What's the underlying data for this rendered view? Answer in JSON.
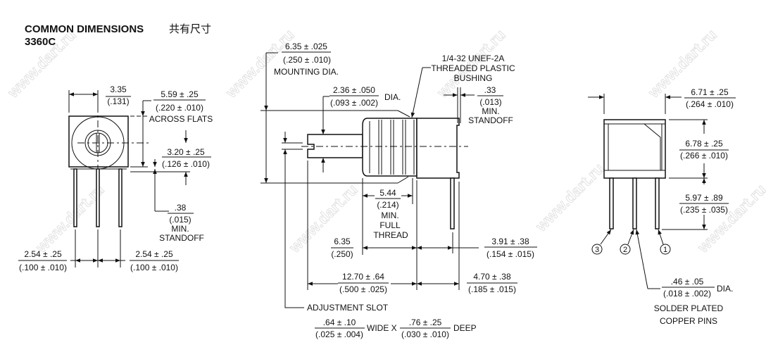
{
  "header": {
    "title": "COMMON DIMENSIONS",
    "title_cn": "共有尺寸",
    "model": "3360C"
  },
  "watermark": "www.dart.ru",
  "front_view": {
    "width": {
      "mm": "3.35",
      "in": "(.131)"
    },
    "flats": {
      "mm": "5.59 ± .25",
      "in": "(.220 ± .010)",
      "note": "ACROSS FLATS"
    },
    "height": {
      "mm": "3.20 ± .25",
      "in": "(.126 ± .010)"
    },
    "standoff": {
      "mm": ".38",
      "in": "(.015)",
      "note1": "MIN.",
      "note2": "STANDOFF"
    },
    "pitch_left": {
      "mm": "2.54 ± .25",
      "in": "(.100 ± .010)"
    },
    "pitch_right": {
      "mm": "2.54 ± .25",
      "in": "(.100 ± .010)"
    }
  },
  "side_view": {
    "mounting": {
      "mm": "6.35 ± .025",
      "in": "(.250 ± .010)",
      "note": "MOUNTING DIA."
    },
    "shaft": {
      "mm": "2.36 ± .050",
      "in": "(.093 ± .002)",
      "note": "DIA."
    },
    "thread": {
      "line1": "1/4-32 UNEF-2A",
      "line2": "THREADED PLASTIC",
      "line3": "BUSHING"
    },
    "standoff": {
      "mm": ".33",
      "in": "(.013)",
      "note1": "MIN.",
      "note2": "STANDOFF"
    },
    "full_thread": {
      "mm": "5.44",
      "in": "(.214)",
      "note1": "MIN.",
      "note2": "FULL",
      "note3": "THREAD"
    },
    "bushing_len": {
      "mm": "6.35",
      "in": "(.250)"
    },
    "pin_offset": {
      "mm": "3.91 ± .38",
      "in": "(.154 ± .015)"
    },
    "shaft_len": {
      "mm": "12.70 ± .64",
      "in": "(.500 ± .025)"
    },
    "body_len": {
      "mm": "4.70 ± .38",
      "in": "(.185 ± .015)"
    },
    "slot": {
      "label": "ADJUSTMENT SLOT",
      "wide_mm": ".64 ± .10",
      "wide_in": "(.025 ± .004)",
      "wide_label": "WIDE X",
      "deep_mm": ".76 ± .25",
      "deep_in": "(.030 ± .010)",
      "deep_label": "DEEP"
    }
  },
  "rear_view": {
    "width": {
      "mm": "6.71 ± .25",
      "in": "(.264 ± .010)"
    },
    "height": {
      "mm": "6.78 ± .25",
      "in": "(.266 ± .010)"
    },
    "pin_len": {
      "mm": "5.97 ± .89",
      "in": "(.235 ± .035)"
    },
    "pins": [
      "3",
      "2",
      "1"
    ],
    "pin_dia": {
      "mm": ".46 ± .05",
      "in": "(.018 ± .002)",
      "note": "DIA."
    },
    "pin_note1": "SOLDER PLATED",
    "pin_note2": "COPPER PINS"
  }
}
